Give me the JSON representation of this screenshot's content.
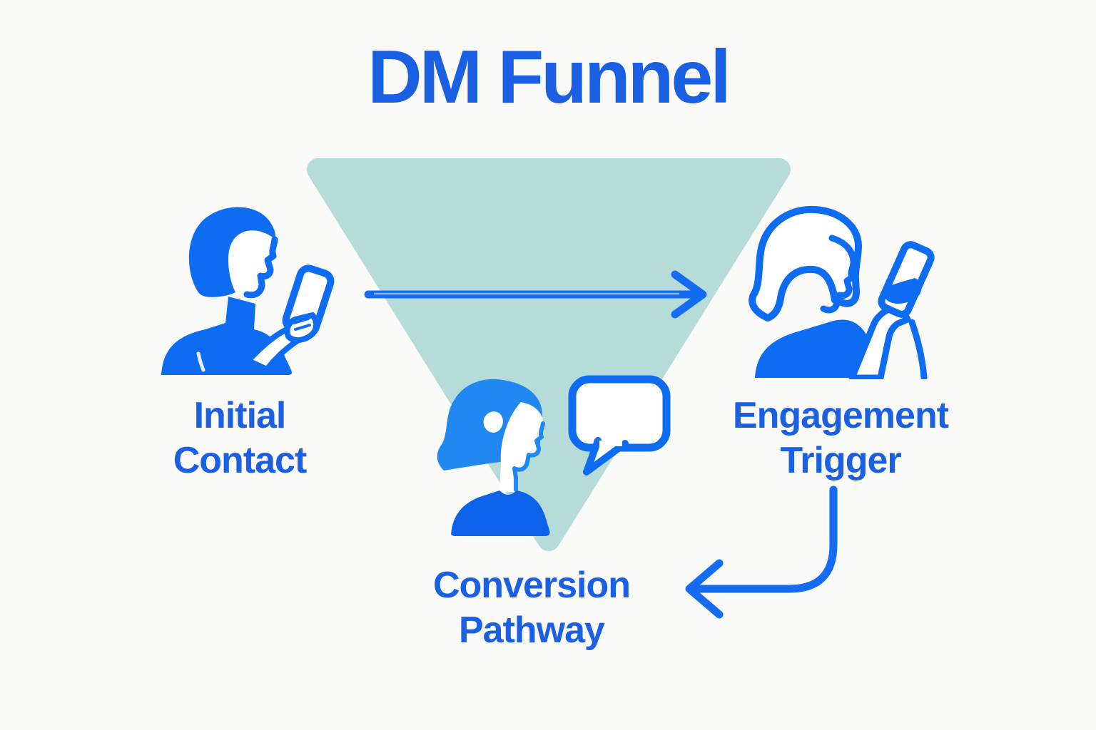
{
  "title": "DM Funnel",
  "colors": {
    "background": "#fafaf9",
    "funnel_teal": "#b5dcd9",
    "label_blue": "#1b60e2",
    "figure_blue": "#0d6cf2",
    "light_hair_blue": "#2088f0",
    "dark_shirt_blue": "#0d62ea",
    "arrow_blue": "#146cf2"
  },
  "funnel": {
    "shape": "inverted-triangle",
    "name": "dm-funnel"
  },
  "stages": [
    {
      "id": "initial-contact",
      "label": "Initial Contact",
      "line1": "Initial",
      "line2": "Contact",
      "icon": "man-with-phone-icon"
    },
    {
      "id": "engagement-trigger",
      "label": "Engagement Trigger",
      "line1": "Engagement",
      "line2": "Trigger",
      "icon": "woman-with-phone-icon"
    },
    {
      "id": "conversion-pathway",
      "label": "Conversion Pathway",
      "line1": "Conversion",
      "line2": "Pathway",
      "icon": "woman-with-speech-bubble-icon"
    }
  ],
  "arrows": [
    {
      "from": "initial-contact",
      "to": "engagement-trigger",
      "shape": "straight-horizontal-right"
    },
    {
      "from": "engagement-trigger",
      "to": "conversion-pathway",
      "shape": "elbow-down-left"
    }
  ]
}
